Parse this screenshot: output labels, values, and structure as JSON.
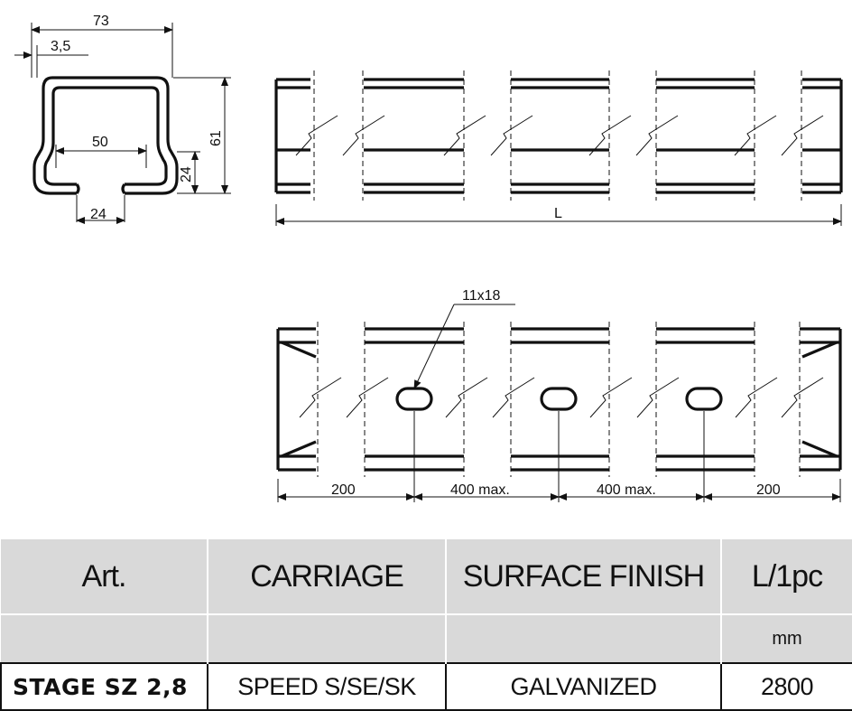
{
  "drawing": {
    "profile": {
      "dim_width": "73",
      "dim_wall": "3,5",
      "dim_inner": "50",
      "dim_slot": "24",
      "dim_lip": "24",
      "dim_height": "61"
    },
    "side_view": {
      "dim_length": "L"
    },
    "holes_view": {
      "hole_size": "11x18",
      "dim_first": "200",
      "dim_mid_1": "400 max.",
      "dim_mid_2": "400 max.",
      "dim_last": "200"
    }
  },
  "table": {
    "headers": [
      "Art.",
      "CARRIAGE",
      "SURFACE FINISH",
      "L/1pc"
    ],
    "units": [
      "",
      "",
      "",
      "mm"
    ],
    "rows": [
      {
        "art": "STAGE SZ 2,8",
        "carriage": "SPEED S/SE/SK",
        "finish": "GALVANIZED",
        "length": "2800"
      }
    ]
  }
}
